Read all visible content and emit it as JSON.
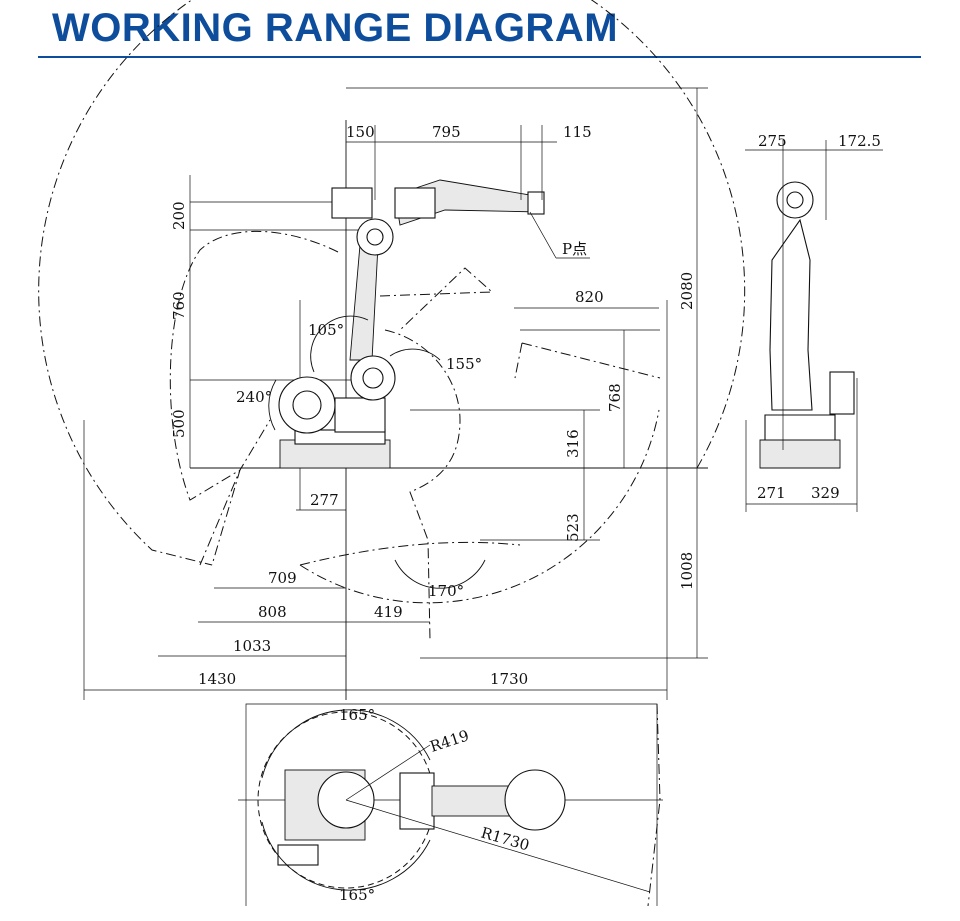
{
  "title": "WORKING RANGE DIAGRAM",
  "side_view": {
    "dims_top": [
      "150",
      "795",
      "115"
    ],
    "dims_left": [
      "200",
      "760",
      "500"
    ],
    "dim_820": "820",
    "dim_768": "768",
    "dim_316": "316",
    "dim_523": "523",
    "dim_2080": "2080",
    "dim_1008": "1008",
    "dim_277": "277",
    "dim_709": "709",
    "dim_808": "808",
    "dim_419": "419",
    "dim_1033": "1033",
    "dim_1430": "1430",
    "dim_1730": "1730",
    "angle_105": "105°",
    "angle_155": "155°",
    "angle_240": "240°",
    "angle_170": "170°",
    "p_point": "P点"
  },
  "front_view": {
    "dim_275": "275",
    "dim_172_5": "172.5",
    "dim_271": "271",
    "dim_329": "329"
  },
  "top_view": {
    "angle_top": "165°",
    "angle_bottom": "165°",
    "r419": "R419",
    "r1730": "R1730"
  }
}
